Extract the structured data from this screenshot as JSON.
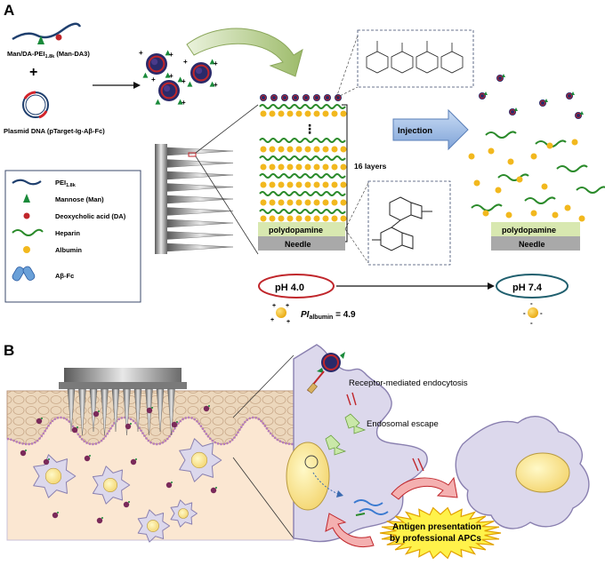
{
  "panel_a": {
    "label": "A",
    "man_da_label": "Man/DA-PEI",
    "man_da_sub": "1.8k",
    "man_da_suffix": " (Man-DA3)",
    "plus_sign": "+",
    "plasmid_label": "Plasmid DNA (pTarget-Ig-Aβ-Fc)",
    "legend": {
      "pei": "PEI",
      "pei_sub": "1.8k",
      "mannose": "Mannose (Man)",
      "da": "Deoxycholic acid (DA)",
      "heparin": "Heparin",
      "albumin": "Albumin",
      "abfc": "Aβ-Fc"
    },
    "sixteen_layers": "16 layers",
    "polydopamine": "polydopamine",
    "needle": "Needle",
    "injection": "Injection",
    "ph_start": "pH 4.0",
    "ph_end": "pH 7.4",
    "pi_label": "PI",
    "pi_sub": "albumin",
    "pi_value": " = 4.9"
  },
  "panel_b": {
    "label": "B",
    "receptor": "Receptor-mediated endocytosis",
    "endosomal": "Endosomal escape",
    "antigen_line1": "Antigen presentation",
    "antigen_line2": "by professional APCs"
  },
  "colors": {
    "pei_blue": "#1f3f6e",
    "mannose_green": "#1a8a3a",
    "da_red": "#c0262b",
    "heparin_green": "#2a8a2a",
    "albumin_yellow": "#f2b81e",
    "polydopamine": "#d8e8b0",
    "needle_gray": "#a9a9a9",
    "injection_blue": "#8fb0e0",
    "cell_lilac": "#dcd8ec",
    "skin_tan": "#e9d3b7",
    "starburst": "#fff24a"
  }
}
